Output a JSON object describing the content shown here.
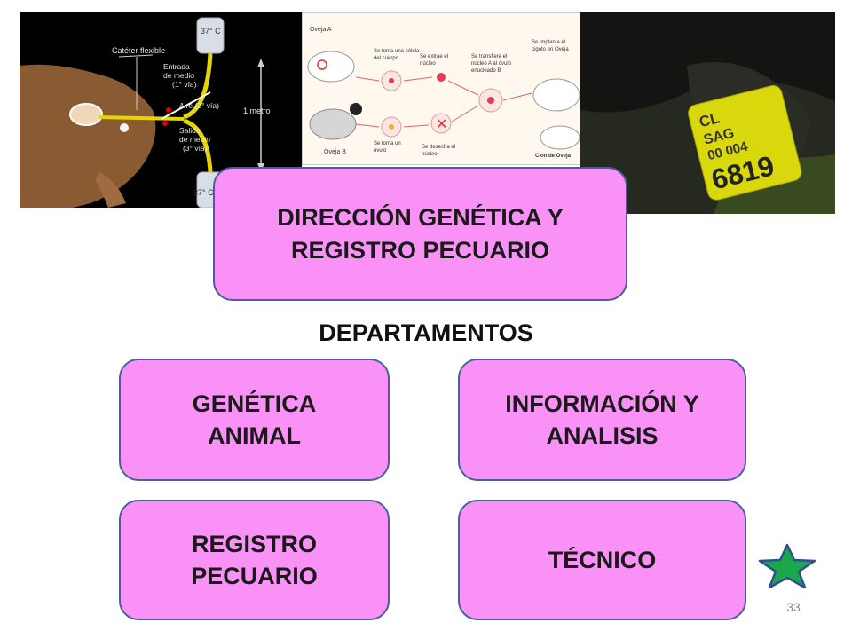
{
  "images": {
    "left": {
      "labels": {
        "temp_top": "37° C",
        "catheter": "Catéter flexible",
        "inlet": "Entrada\nde medio\n(1° vía)",
        "air": "Aire (2° vía)",
        "meter": "1 metro",
        "outlet": "Salida\nde medio\n(3° vía)",
        "temp_bottom": "37° C"
      }
    },
    "middle": {
      "labels": {
        "sheep_a": "Oveja A",
        "sheep_b": "Oveja B",
        "step1": "Se toma una célula\ndel cuerpo",
        "step2": "Se extrae el\nnúcleo",
        "step3": "Se transfiere el\nnúcleo A al óvulo\nenucleado B",
        "step4": "Se implanta el\ncigoto en Oveja",
        "step5": "Se toma un\nóvulo",
        "step6": "Se desecha el\nnúcleo",
        "clone": "Clon de Oveja"
      }
    },
    "right": {
      "tag_text": "CL\nSAG\n00 004\n6819"
    }
  },
  "main_box": {
    "text": "DIRECCIÓN GENÉTICA Y\nREGISTRO PECUARIO"
  },
  "departments_heading": "DEPARTAMENTOS",
  "departments": [
    {
      "text": "GENÉTICA\nANIMAL"
    },
    {
      "text": "INFORMACIÓN Y\nANALISIS"
    },
    {
      "text": "REGISTRO\nPECUARIO"
    },
    {
      "text": "TÉCNICO"
    }
  ],
  "page_number": "33",
  "colors": {
    "box_fill": "#fa91f7",
    "box_border": "#4a6094",
    "star_fill": "#1aa84a",
    "star_stroke": "#2f4f8f"
  }
}
